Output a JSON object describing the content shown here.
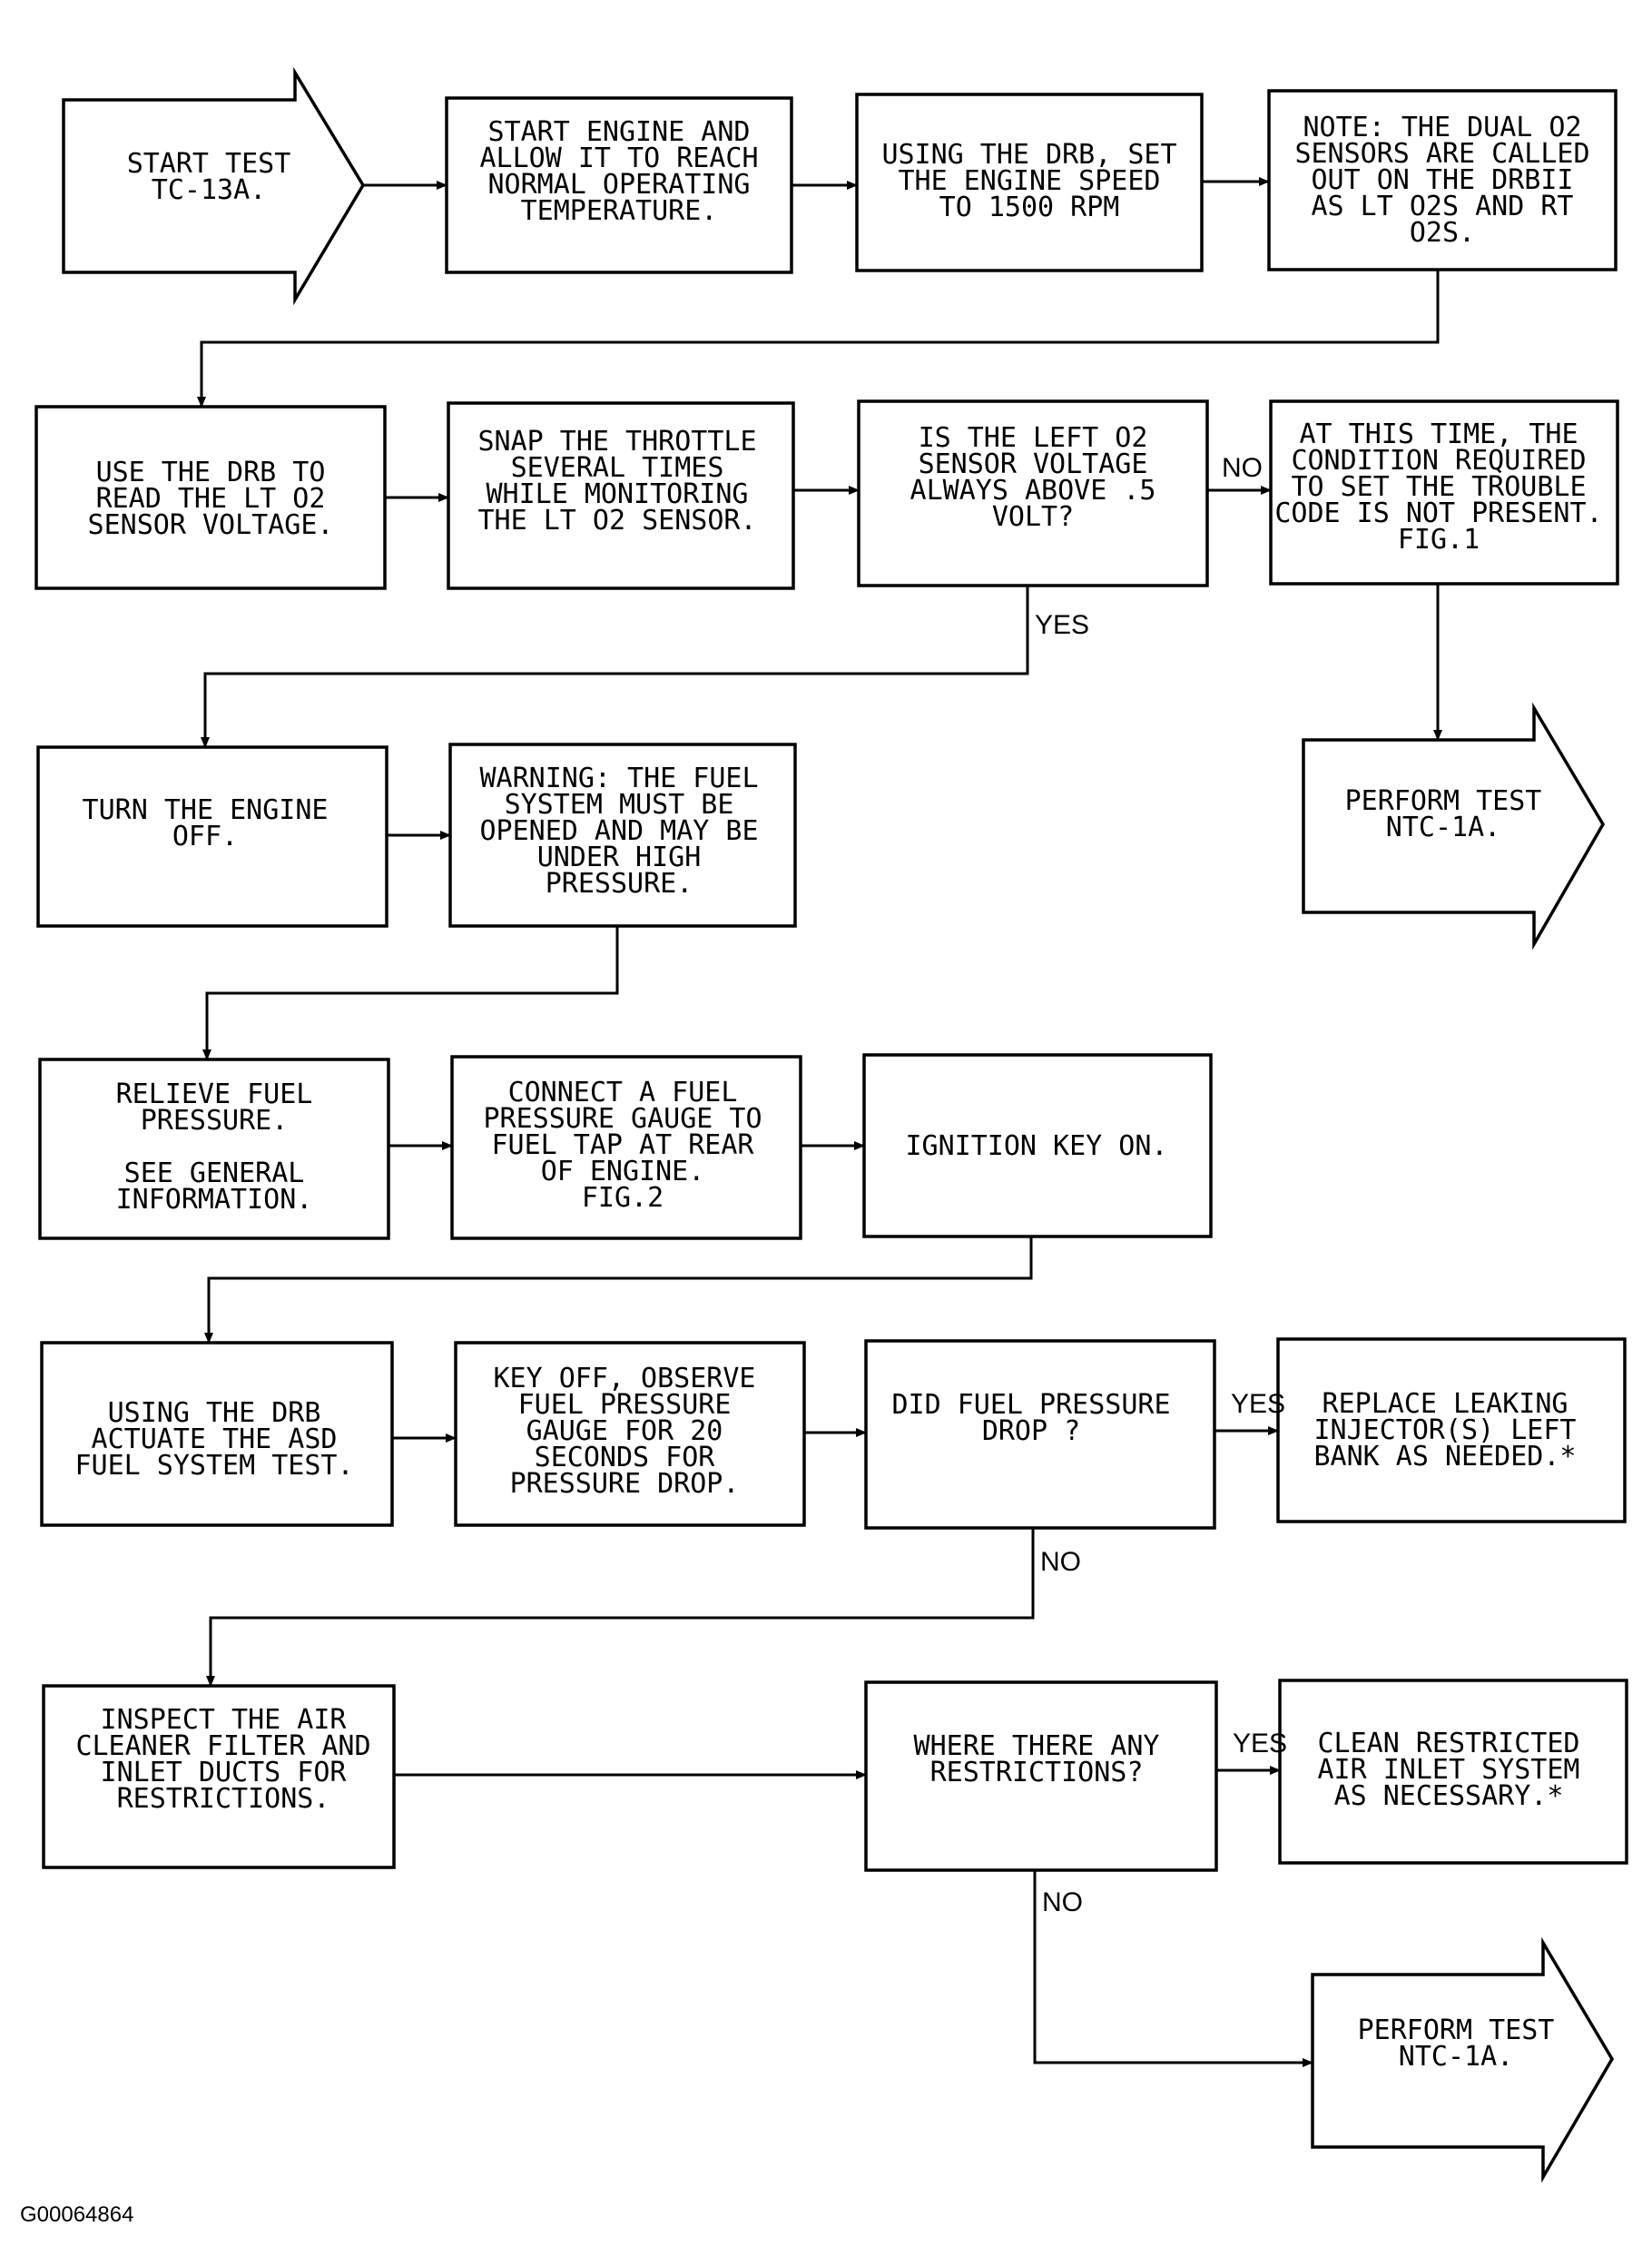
{
  "figure_id": "G00064864",
  "nodes": {
    "start": [
      "START TEST",
      "TC-13A."
    ],
    "start_engine": [
      "START ENGINE AND",
      "ALLOW IT TO REACH",
      "NORMAL OPERATING",
      "TEMPERATURE."
    ],
    "set_speed": [
      "USING THE DRB, SET",
      "THE ENGINE SPEED",
      "TO 1500 RPM"
    ],
    "note": [
      "NOTE: THE DUAL O2",
      "SENSORS ARE CALLED",
      "OUT ON THE DRBII",
      "AS LT O2S AND RT",
      "O2S."
    ],
    "read_lt_o2": [
      "USE THE DRB TO",
      "READ THE LT O2",
      "SENSOR VOLTAGE."
    ],
    "snap_throttle": [
      "SNAP THE THROTTLE",
      "SEVERAL TIMES",
      "WHILE MONITORING",
      "THE LT O2 SENSOR."
    ],
    "left_o2_question": [
      "IS THE LEFT O2",
      "SENSOR VOLTAGE",
      "ALWAYS ABOVE .5",
      "VOLT?"
    ],
    "not_present": [
      "AT THIS TIME, THE",
      "CONDITION REQUIRED",
      "TO SET THE TROUBLE",
      "CODE IS NOT PRESENT.",
      "FIG.1"
    ],
    "perform_ntc_1": [
      "PERFORM TEST",
      "NTC-1A."
    ],
    "engine_off": [
      "TURN THE ENGINE",
      "OFF."
    ],
    "warning": [
      "WARNING: THE FUEL",
      "SYSTEM MUST BE",
      "OPENED AND MAY BE",
      "UNDER HIGH",
      "PRESSURE."
    ],
    "relieve": [
      "RELIEVE FUEL",
      "PRESSURE.",
      "",
      "SEE GENERAL",
      "INFORMATION."
    ],
    "connect_gauge": [
      "CONNECT A FUEL",
      "PRESSURE GAUGE TO",
      "FUEL TAP AT REAR",
      "OF ENGINE.",
      "FIG.2"
    ],
    "ignition_on": [
      "IGNITION KEY ON."
    ],
    "actuate_asd": [
      "USING THE DRB",
      "ACTUATE THE ASD",
      "FUEL SYSTEM TEST."
    ],
    "key_off_observe": [
      "KEY OFF, OBSERVE",
      "FUEL PRESSURE",
      "GAUGE FOR 20",
      "SECONDS FOR",
      "PRESSURE DROP."
    ],
    "pressure_drop_question": [
      "DID FUEL PRESSURE",
      "DROP ?"
    ],
    "replace_injector": [
      "REPLACE LEAKING",
      "INJECTOR(S) LEFT",
      "BANK AS NEEDED.*"
    ],
    "inspect_air": [
      "INSPECT THE AIR",
      "CLEANER FILTER AND",
      "INLET DUCTS FOR",
      "RESTRICTIONS."
    ],
    "restrictions_question": [
      "WHERE THERE ANY",
      "RESTRICTIONS?"
    ],
    "clean_inlet": [
      "CLEAN RESTRICTED",
      "AIR INLET SYSTEM",
      "AS NECESSARY.*"
    ],
    "perform_ntc_2": [
      "PERFORM TEST",
      "NTC-1A."
    ]
  },
  "branch_labels": {
    "left_o2_no": "NO",
    "left_o2_yes": "YES",
    "pressure_drop_yes": "YES",
    "pressure_drop_no": "NO",
    "restrictions_yes": "YES",
    "restrictions_no": "NO"
  }
}
